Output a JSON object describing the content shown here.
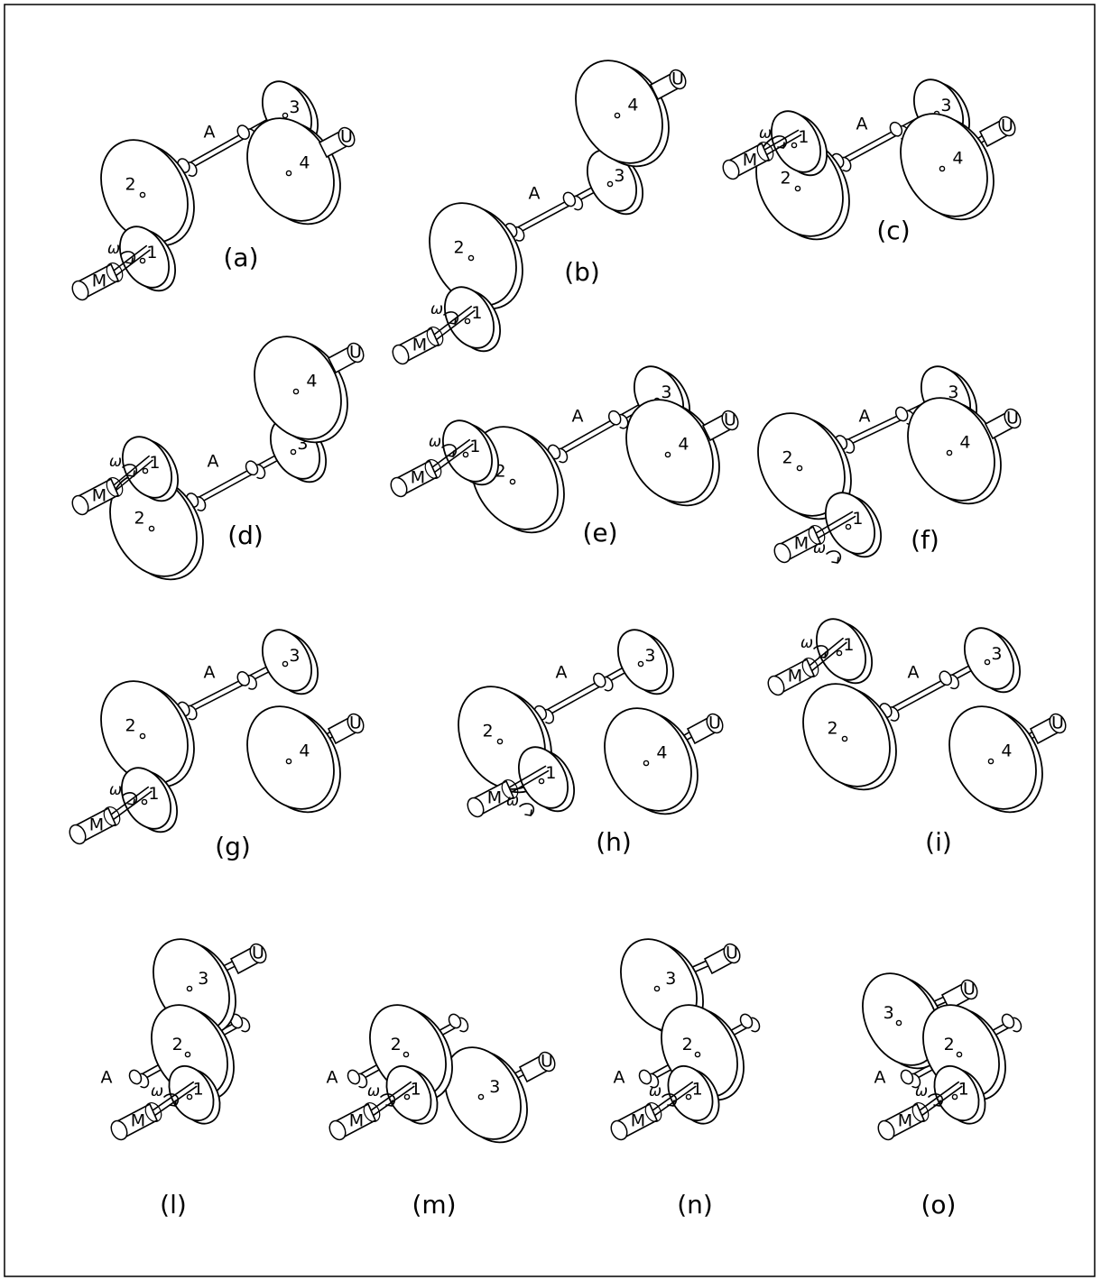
{
  "labels": {
    "motor": "M",
    "user": "U",
    "shaft": "A",
    "omega": "ω"
  },
  "figures": [
    {
      "id": "a",
      "caption": "(a)",
      "wheels": [
        "1",
        "2",
        "3",
        "4"
      ]
    },
    {
      "id": "b",
      "caption": "(b)",
      "wheels": [
        "1",
        "2",
        "3",
        "4"
      ]
    },
    {
      "id": "c",
      "caption": "(c)",
      "wheels": [
        "1",
        "2",
        "3",
        "4"
      ]
    },
    {
      "id": "d",
      "caption": "(d)",
      "wheels": [
        "1",
        "2",
        "3",
        "4"
      ]
    },
    {
      "id": "e",
      "caption": "(e)",
      "wheels": [
        "1",
        "2",
        "3",
        "4"
      ]
    },
    {
      "id": "f",
      "caption": "(f)",
      "wheels": [
        "1",
        "2",
        "3",
        "4"
      ]
    },
    {
      "id": "g",
      "caption": "(g)",
      "wheels": [
        "1",
        "2",
        "3",
        "4"
      ]
    },
    {
      "id": "h",
      "caption": "(h)",
      "wheels": [
        "1",
        "2",
        "3",
        "4"
      ]
    },
    {
      "id": "i",
      "caption": "(i)",
      "wheels": [
        "1",
        "2",
        "3",
        "4"
      ]
    },
    {
      "id": "l",
      "caption": "(l)",
      "wheels": [
        "1",
        "2",
        "3"
      ]
    },
    {
      "id": "m",
      "caption": "(m)",
      "wheels": [
        "1",
        "2",
        "3"
      ]
    },
    {
      "id": "n",
      "caption": "(n)",
      "wheels": [
        "1",
        "2",
        "3"
      ]
    },
    {
      "id": "o",
      "caption": "(o)",
      "wheels": [
        "1",
        "2",
        "3"
      ]
    }
  ]
}
